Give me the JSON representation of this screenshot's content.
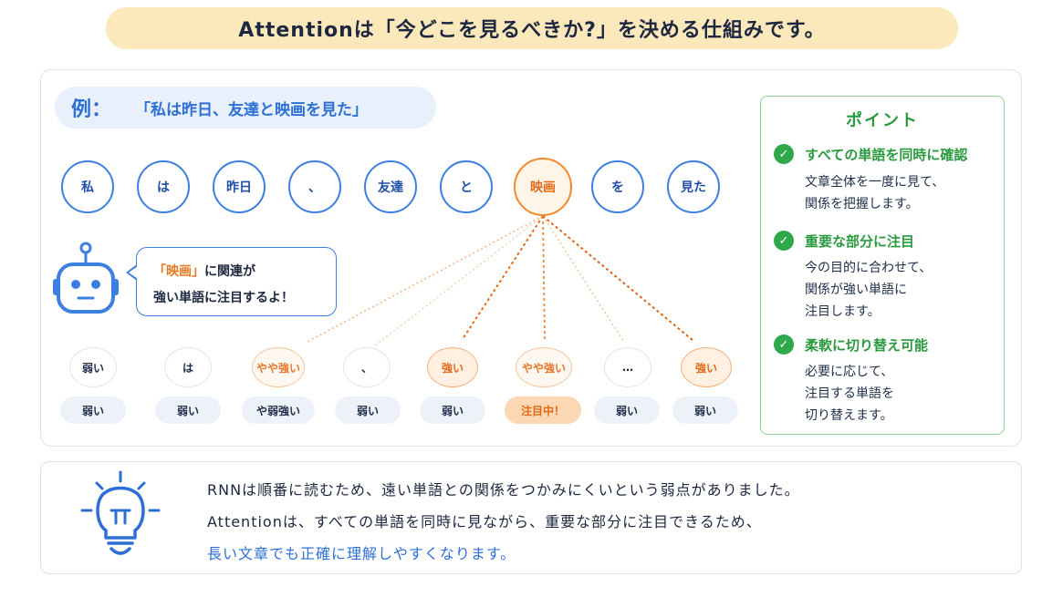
{
  "title": "Attentionは「今どこを見るべきか?」を決める仕組みです。",
  "example": {
    "label": "例：",
    "sentence": "「私は昨日、友達と映画を見た」"
  },
  "tokens": [
    "私",
    "は",
    "昨日",
    "、",
    "友達",
    "と",
    "映画",
    "を",
    "見た"
  ],
  "focus_token_index": 6,
  "bubble": {
    "highlight": "「映画」",
    "line1_rest": "に関連が",
    "line2": "強い単語に注目するよ！"
  },
  "weights": [
    {
      "label": "弱い",
      "level": "weak"
    },
    {
      "label": "は",
      "level": "weak"
    },
    {
      "label": "やや強い",
      "level": "mid"
    },
    {
      "label": "、",
      "level": "weak"
    },
    {
      "label": "強い",
      "level": "strong"
    },
    {
      "label": "やや強い",
      "level": "mid"
    },
    {
      "label": "…",
      "level": "weak"
    },
    {
      "label": "強い",
      "level": "strong"
    }
  ],
  "levels": [
    "弱い",
    "弱い",
    "や弱強い",
    "弱い",
    "弱い",
    "注目中！",
    "弱い",
    "弱い"
  ],
  "attention_level_index": 5,
  "points": {
    "title": "ポイント",
    "items": [
      {
        "heading": "すべての単語を同時に確認",
        "body": [
          "文章全体を一度に見て、",
          "関係を把握します。"
        ]
      },
      {
        "heading": "重要な部分に注目",
        "body": [
          "今の目的に合わせて、",
          "関係が強い単語に",
          "注目します。"
        ]
      },
      {
        "heading": "柔軟に切り替え可能",
        "body": [
          "必要に応じて、",
          "注目する単語を",
          "切り替えます。"
        ]
      }
    ]
  },
  "summary": {
    "line1": "RNNは順番に読むため、遠い単語との関係をつかみにくいという弱点がありました。",
    "line2": "Attentionは、すべての単語を同時に見ながら、重要な部分に注目できるため、",
    "line3": "長い文章でも正確に理解しやすくなります。"
  },
  "colors": {
    "primary_blue": "#3d7fe0",
    "focus_orange": "#f08a2c",
    "point_green": "#2fa84a",
    "banner_yellow": "#fbe9bb"
  },
  "icons": {
    "robot": "robot-icon",
    "lightbulb": "lightbulb-icon",
    "check": "check-icon"
  }
}
